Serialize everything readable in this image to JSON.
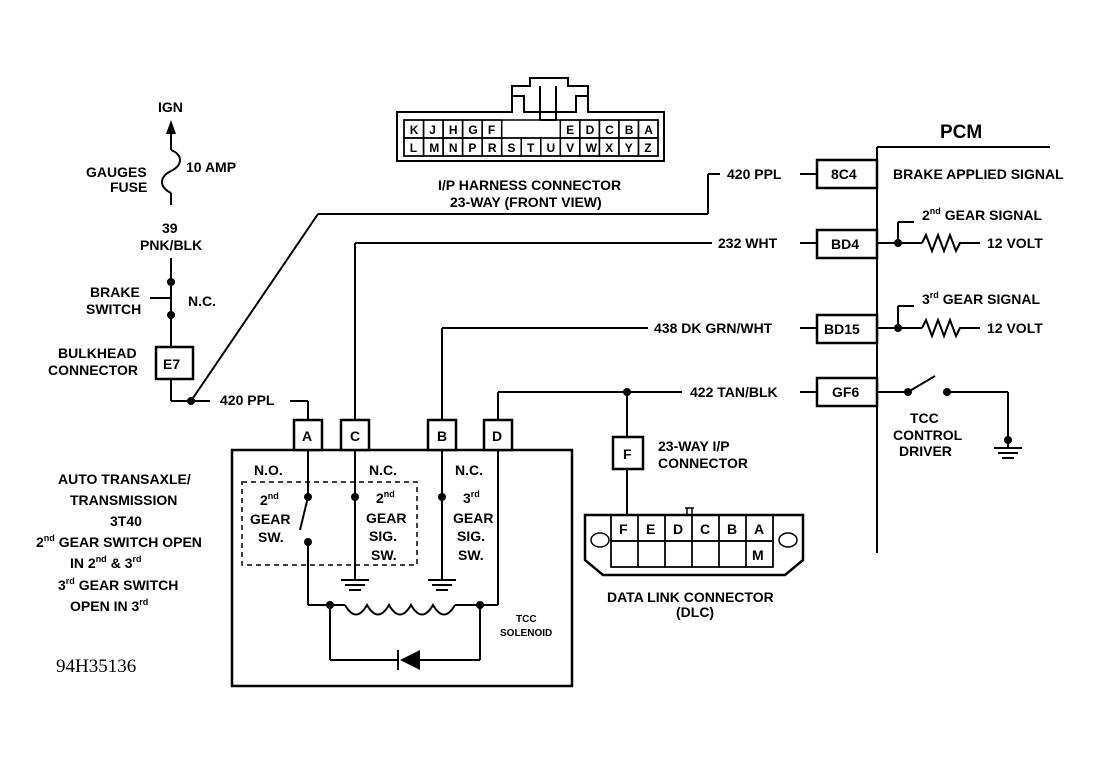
{
  "ign": "IGN",
  "fuse": {
    "name_line1": "GAUGES",
    "name_line2": "FUSE",
    "rating": "10 AMP"
  },
  "wire39": {
    "circuit": "39",
    "color": "PNK/BLK"
  },
  "brake_switch": {
    "line1": "BRAKE",
    "line2": "SWITCH",
    "state": "N.C."
  },
  "bulkhead": {
    "line1": "BULKHEAD",
    "line2": "CONNECTOR",
    "pin": "E7"
  },
  "ip_harness": {
    "top_pins": [
      "K",
      "J",
      "H",
      "G",
      "F",
      "E",
      "D",
      "C",
      "B",
      "A"
    ],
    "bottom_pins": [
      "L",
      "M",
      "N",
      "P",
      "R",
      "S",
      "T",
      "U",
      "V",
      "W",
      "X",
      "Y",
      "Z"
    ],
    "title_line1": "I/P HARNESS CONNECTOR",
    "title_line2": "23-WAY (FRONT VIEW)"
  },
  "pcm": {
    "title": "PCM",
    "terminals": [
      "8C4",
      "BD4",
      "BD15",
      "GF6"
    ],
    "brake_signal": "BRAKE APPLIED SIGNAL",
    "gear2_ord": "2",
    "gear2_sup": "nd",
    "gear2_label": "GEAR SIGNAL",
    "gear3_ord": "3",
    "gear3_sup": "rd",
    "gear3_label": "GEAR SIGNAL",
    "volt_a": "12 VOLT",
    "volt_b": "12 VOLT",
    "tcc_driver_line1": "TCC",
    "tcc_driver_line2": "CONTROL",
    "tcc_driver_line3": "DRIVER"
  },
  "wires": {
    "w420_top": "420 PPL",
    "w232": "232 WHT",
    "w438": "438 DK GRN/WHT",
    "w422": "422 TAN/BLK",
    "w420_bottom": "420 PPL"
  },
  "trans_pins": [
    "A",
    "C",
    "B",
    "D"
  ],
  "trans_box": {
    "state_a": "N.O.",
    "state_c": "N.C.",
    "state_b": "N.C.",
    "sw2_ord": "2",
    "sw2_sup": "nd",
    "sw2_line2": "GEAR",
    "sw2_line3": "SW.",
    "sig2_ord": "2",
    "sig2_sup": "nd",
    "sig2_line2": "GEAR",
    "sig2_line3": "SIG.",
    "sig2_line4": "SW.",
    "sig3_ord": "3",
    "sig3_sup": "rd",
    "sig3_line2": "GEAR",
    "sig3_line3": "SIG.",
    "sig3_line4": "SW.",
    "solenoid_line1": "TCC",
    "solenoid_line2": "SOLENOID"
  },
  "trans_desc": {
    "line1": "AUTO TRANSAXLE/",
    "line2": "TRANSMISSION",
    "line3": "3T40",
    "line4_ord": "2",
    "line4_sup": "nd",
    "line4_rest": "GEAR SWITCH OPEN",
    "line5_a": "IN 2",
    "line5_sup1": "nd",
    "line5_b": "& 3",
    "line5_sup2": "rd",
    "line6_ord": "3",
    "line6_sup": "rd",
    "line6_rest": "GEAR SWITCH",
    "line7_a": "OPEN IN 3",
    "line7_sup": "rd"
  },
  "ip_conn_f": {
    "pin": "F",
    "line1": "23-WAY I/P",
    "line2": "CONNECTOR"
  },
  "dlc": {
    "pins": [
      "F",
      "E",
      "D",
      "C",
      "B",
      "A"
    ],
    "pin_m": "M",
    "title_line1": "DATA LINK CONNECTOR",
    "title_line2": "(DLC)"
  },
  "figure_id": "94H35136"
}
